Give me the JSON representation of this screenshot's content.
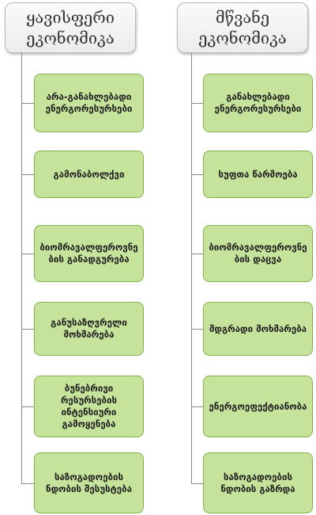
{
  "columns": [
    {
      "title": "ყავისფერი ეკონომიკა",
      "title_lines": [
        "ყავისფერი",
        "ეკონომიკა"
      ],
      "items": [
        {
          "label": "არა-განახლებადი ენერგორესურსები"
        },
        {
          "label": "გამონაბოლქვი"
        },
        {
          "label": "ბიომრავალფეროვნების განადგურება"
        },
        {
          "label": "განუსაზღვრელი მოხმარება"
        },
        {
          "label": "ბუნებრივი რესურსების ინტენსიური გამოყენება"
        },
        {
          "label": "საზოგადოების ნდობის შესუსტება"
        }
      ]
    },
    {
      "title": "მწვანე ეკონომიკა",
      "title_lines": [
        "მწვანე",
        "ეკონომიკა"
      ],
      "items": [
        {
          "label": "განახლებადი ენერგორესურსები"
        },
        {
          "label": "სუფთა წარმოება"
        },
        {
          "label": "ბიომრავალფეროვნების დაცვა"
        },
        {
          "label": "მდგრადი მოხმარება"
        },
        {
          "label": "ენერგოეფექტიანობა"
        },
        {
          "label": "საზოგადოების ნდობის გაზრდა"
        }
      ]
    }
  ],
  "colors": {
    "box_fill": "#c6e39c",
    "box_border": "#83b24c",
    "header_fill": "#f2f2f2",
    "connector": "#8a8a8a"
  }
}
